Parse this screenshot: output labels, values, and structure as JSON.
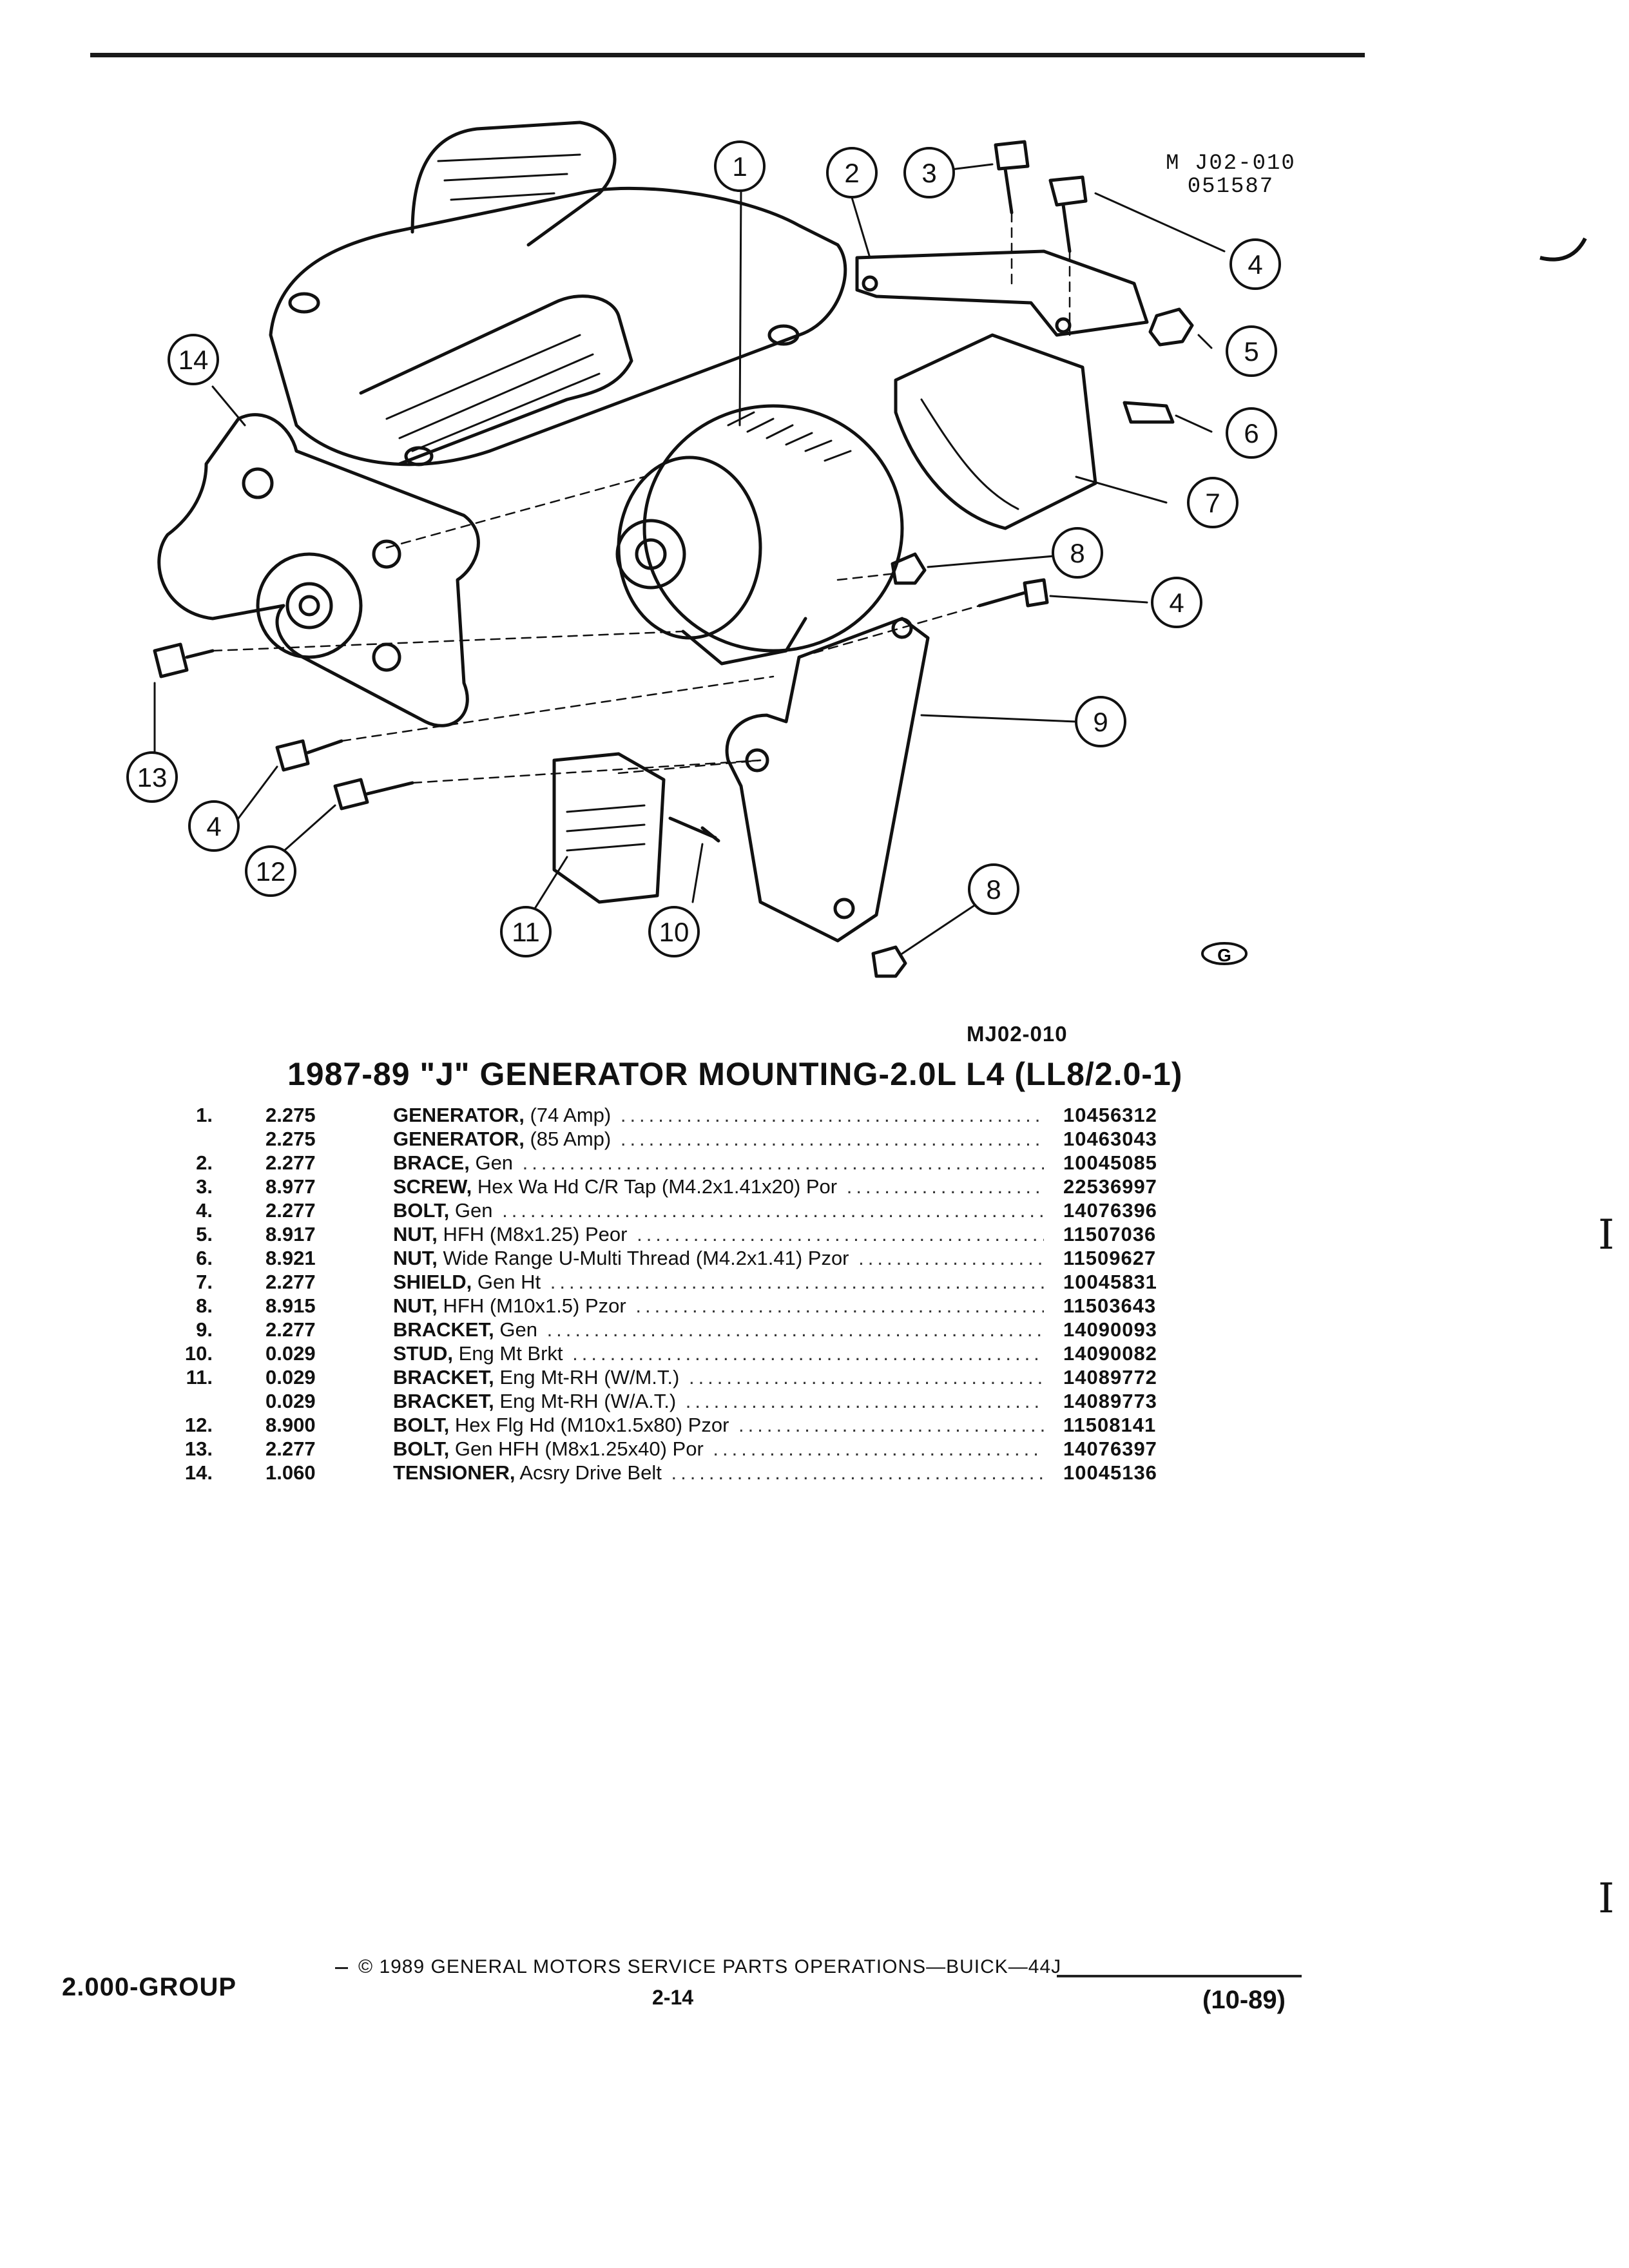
{
  "header": {
    "stamp_line1": "M J02-010",
    "stamp_line2": "051587"
  },
  "diagram": {
    "callouts": [
      "1",
      "2",
      "3",
      "4",
      "4",
      "4",
      "5",
      "6",
      "7",
      "8",
      "8",
      "9",
      "10",
      "11",
      "12",
      "13",
      "14"
    ],
    "logo_text": "G"
  },
  "figure_code": "MJ02-010",
  "section_title": "1987-89 \"J\" GENERATOR MOUNTING-2.0L L4 (LL8/2.0-1)",
  "parts": [
    {
      "num": "1.",
      "group": "2.275",
      "name": "GENERATOR,",
      "desc": " (74 Amp)",
      "part": "10456312"
    },
    {
      "num": "",
      "group": "2.275",
      "name": "GENERATOR,",
      "desc": " (85 Amp)",
      "part": "10463043"
    },
    {
      "num": "2.",
      "group": "2.277",
      "name": "BRACE,",
      "desc": " Gen",
      "part": "10045085"
    },
    {
      "num": "3.",
      "group": "8.977",
      "name": "SCREW,",
      "desc": " Hex Wa Hd C/R Tap (M4.2x1.41x20) Por",
      "part": "22536997"
    },
    {
      "num": "4.",
      "group": "2.277",
      "name": "BOLT,",
      "desc": " Gen",
      "part": "14076396"
    },
    {
      "num": "5.",
      "group": "8.917",
      "name": "NUT,",
      "desc": " HFH (M8x1.25) Peor",
      "part": "11507036"
    },
    {
      "num": "6.",
      "group": "8.921",
      "name": "NUT,",
      "desc": " Wide Range U-Multi Thread (M4.2x1.41) Pzor",
      "part": "11509627"
    },
    {
      "num": "7.",
      "group": "2.277",
      "name": "SHIELD,",
      "desc": " Gen Ht",
      "part": "10045831"
    },
    {
      "num": "8.",
      "group": "8.915",
      "name": "NUT,",
      "desc": " HFH (M10x1.5) Pzor",
      "part": "11503643"
    },
    {
      "num": "9.",
      "group": "2.277",
      "name": "BRACKET,",
      "desc": " Gen",
      "part": "14090093"
    },
    {
      "num": "10.",
      "group": "0.029",
      "name": "STUD,",
      "desc": " Eng Mt Brkt",
      "part": "14090082"
    },
    {
      "num": "11.",
      "group": "0.029",
      "name": "BRACKET,",
      "desc": " Eng Mt-RH (W/M.T.)",
      "part": "14089772"
    },
    {
      "num": "",
      "group": "0.029",
      "name": "BRACKET,",
      "desc": " Eng Mt-RH (W/A.T.)",
      "part": "14089773"
    },
    {
      "num": "12.",
      "group": "8.900",
      "name": "BOLT,",
      "desc": " Hex Flg Hd (M10x1.5x80) Pzor",
      "part": "11508141"
    },
    {
      "num": "13.",
      "group": "2.277",
      "name": "BOLT,",
      "desc": " Gen HFH (M8x1.25x40) Por",
      "part": "14076397"
    },
    {
      "num": "14.",
      "group": "1.060",
      "name": "TENSIONER,",
      "desc": " Acsry Drive Belt",
      "part": "10045136"
    }
  ],
  "footer": {
    "group": "2.000-GROUP",
    "copyright": "© 1989 GENERAL MOTORS SERVICE PARTS OPERATIONS—BUICK—44J",
    "page": "2-14",
    "revision": "(10-89)"
  },
  "margin_marks": [
    "I",
    "I"
  ]
}
